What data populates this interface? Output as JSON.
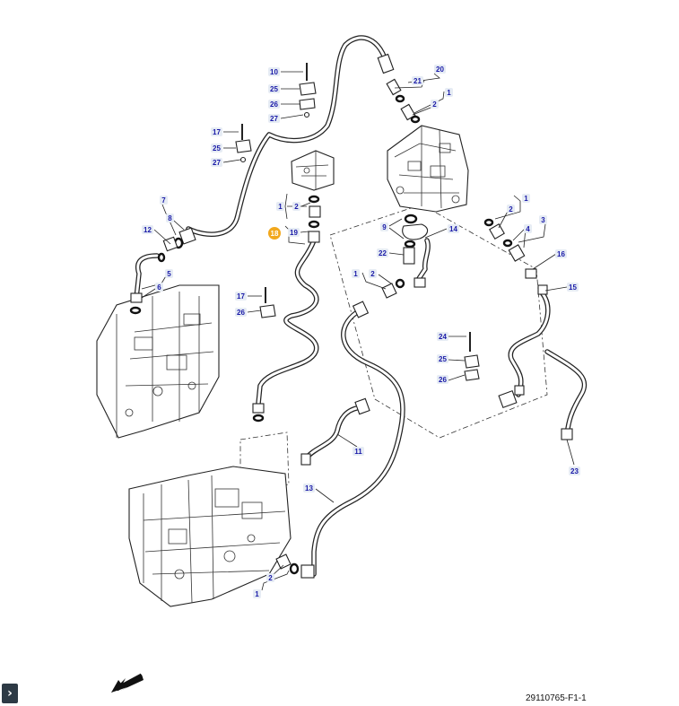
{
  "diagram": {
    "figure_id": "29110765-F1-1",
    "highlighted_callout": "18",
    "colors": {
      "callout_text": "#1a1aa8",
      "callout_background": "#e6ecf4",
      "highlight": "#f2a81d"
    }
  },
  "callouts": [
    {
      "id": "c20",
      "label": "20"
    },
    {
      "id": "c21",
      "label": "21"
    },
    {
      "id": "c1a",
      "label": "1"
    },
    {
      "id": "c2a",
      "label": "2"
    },
    {
      "id": "c10",
      "label": "10"
    },
    {
      "id": "c25a",
      "label": "25"
    },
    {
      "id": "c26a",
      "label": "26"
    },
    {
      "id": "c27a",
      "label": "27"
    },
    {
      "id": "c17a",
      "label": "17"
    },
    {
      "id": "c25b",
      "label": "25"
    },
    {
      "id": "c27b",
      "label": "27"
    },
    {
      "id": "c1b",
      "label": "1"
    },
    {
      "id": "c2b",
      "label": "2"
    },
    {
      "id": "c19",
      "label": "19"
    },
    {
      "id": "c7",
      "label": "7"
    },
    {
      "id": "c8",
      "label": "8"
    },
    {
      "id": "c12",
      "label": "12"
    },
    {
      "id": "c5",
      "label": "5"
    },
    {
      "id": "c6",
      "label": "6"
    },
    {
      "id": "c1c",
      "label": "1"
    },
    {
      "id": "c2c",
      "label": "2"
    },
    {
      "id": "c3",
      "label": "3"
    },
    {
      "id": "c4",
      "label": "4"
    },
    {
      "id": "c16",
      "label": "16"
    },
    {
      "id": "c15",
      "label": "15"
    },
    {
      "id": "c9",
      "label": "9"
    },
    {
      "id": "c14",
      "label": "14"
    },
    {
      "id": "c22",
      "label": "22"
    },
    {
      "id": "c1d",
      "label": "1"
    },
    {
      "id": "c2d",
      "label": "2"
    },
    {
      "id": "c17b",
      "label": "17"
    },
    {
      "id": "c26b",
      "label": "26"
    },
    {
      "id": "c24",
      "label": "24"
    },
    {
      "id": "c25c",
      "label": "25"
    },
    {
      "id": "c26c",
      "label": "26"
    },
    {
      "id": "c23",
      "label": "23"
    },
    {
      "id": "c11",
      "label": "11"
    },
    {
      "id": "c13",
      "label": "13"
    },
    {
      "id": "c2e",
      "label": "2"
    },
    {
      "id": "c1e",
      "label": "1"
    }
  ],
  "icons": {
    "direction_arrow": "arrow-down-left-icon",
    "nav": "chevron-right-icon"
  }
}
